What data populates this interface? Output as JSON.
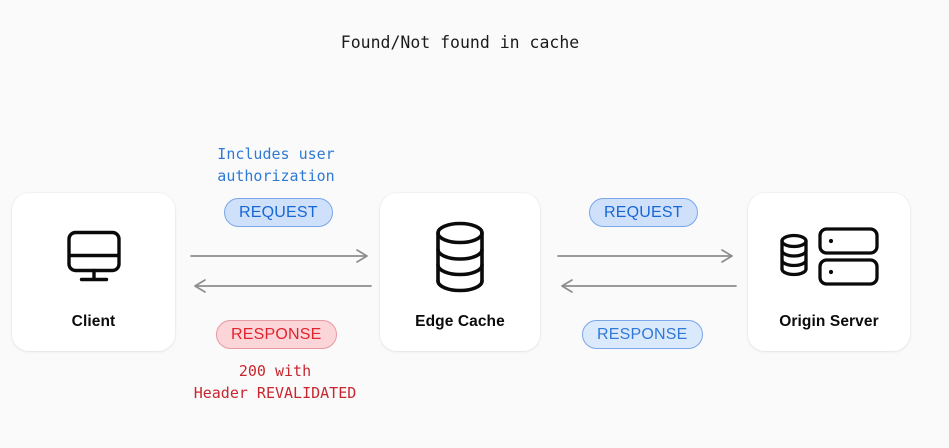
{
  "diagram": {
    "title": "Found/Not found in cache",
    "background_color": "#fafafa",
    "cache_status_label": "Found/Not found in cache",
    "nodes": [
      {
        "id": "client",
        "label": "Client",
        "icon": "monitor-icon"
      },
      {
        "id": "edge-cache",
        "label": "Edge Cache",
        "icon": "database-cylinder-icon"
      },
      {
        "id": "origin-server",
        "label": "Origin Server",
        "icon": "server-rack-icon"
      }
    ],
    "flows": [
      {
        "id": "client-to-edge",
        "request_badge": "REQUEST",
        "request_note": "Includes user\nauthorization",
        "response_badge": "RESPONSE",
        "response_note": "200 with\nHeader REVALIDATED",
        "request_badge_color": "#1667d6",
        "response_badge_color": "#e0232e"
      },
      {
        "id": "edge-to-origin",
        "request_badge": "REQUEST",
        "response_badge": "RESPONSE",
        "request_badge_color": "#1667d6",
        "response_badge_color": "#2f7ad6"
      }
    ],
    "arrow_color": "#8d8d8d",
    "dashed_line_color": "#b0b0b0"
  }
}
